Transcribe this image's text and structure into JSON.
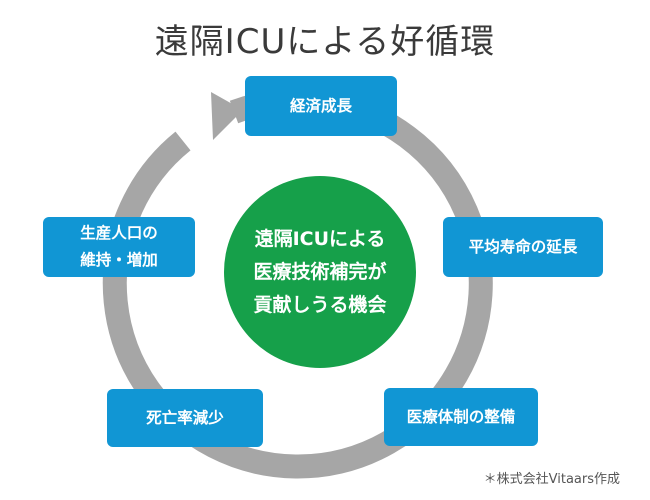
{
  "title": "遠隔ICUによる好循環",
  "center": {
    "lines": [
      "遠隔ICUによる",
      "医療技術補完が",
      "貢献しうる機会"
    ]
  },
  "nodes": {
    "economic_growth": "経済成長",
    "life_extension": "平均寿命の延長",
    "healthcare_improvement": "医療体制の整備",
    "mortality_reduction": "死亡率減少",
    "population": [
      "生産人口の",
      "維持・増加"
    ]
  },
  "credit": "＊株式会社Vitaars作成",
  "colors": {
    "center_fill": "#16a04a",
    "node_fill": "#1196d4",
    "ring": "#a6a6a6",
    "title_text": "#3a3a3a"
  }
}
